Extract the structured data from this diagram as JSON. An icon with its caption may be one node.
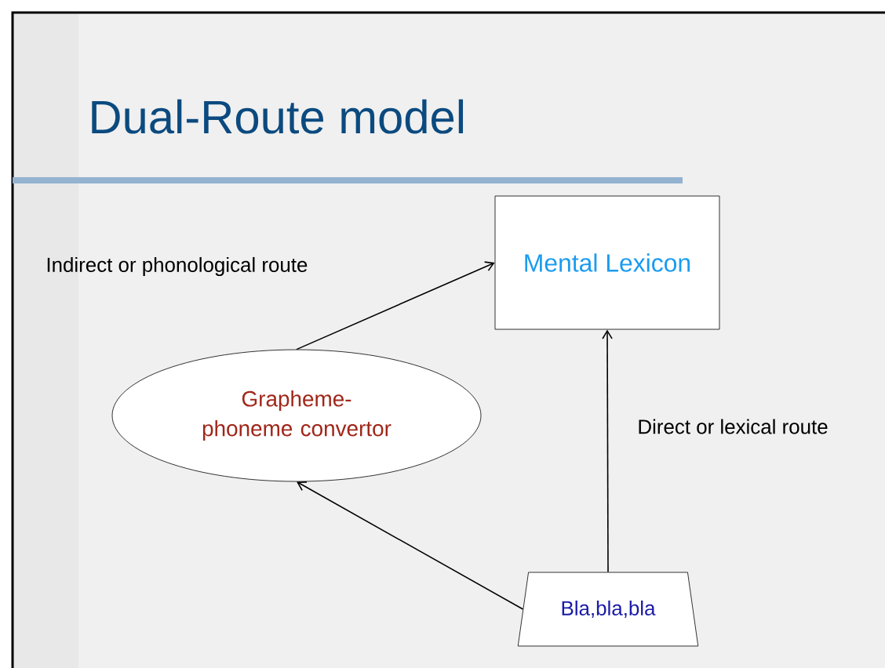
{
  "diagram": {
    "title": "Dual-Route model",
    "nodes": [
      {
        "text": [
          "Mental Lexicon"
        ]
      },
      {
        "text": [
          "Grapheme-phoneme convertor"
        ]
      },
      {
        "text": [
          "Bla,bla,bla"
        ]
      }
    ],
    "edges": [
      {
        "from": 1,
        "to": 0,
        "arrow": "to"
      },
      {
        "from": 2,
        "to": 1,
        "arrow": "to"
      },
      {
        "from": 2,
        "to": 0,
        "arrow": "to"
      }
    ],
    "labels": [
      "Indirect or phonological route",
      "Direct or lexical route"
    ]
  }
}
